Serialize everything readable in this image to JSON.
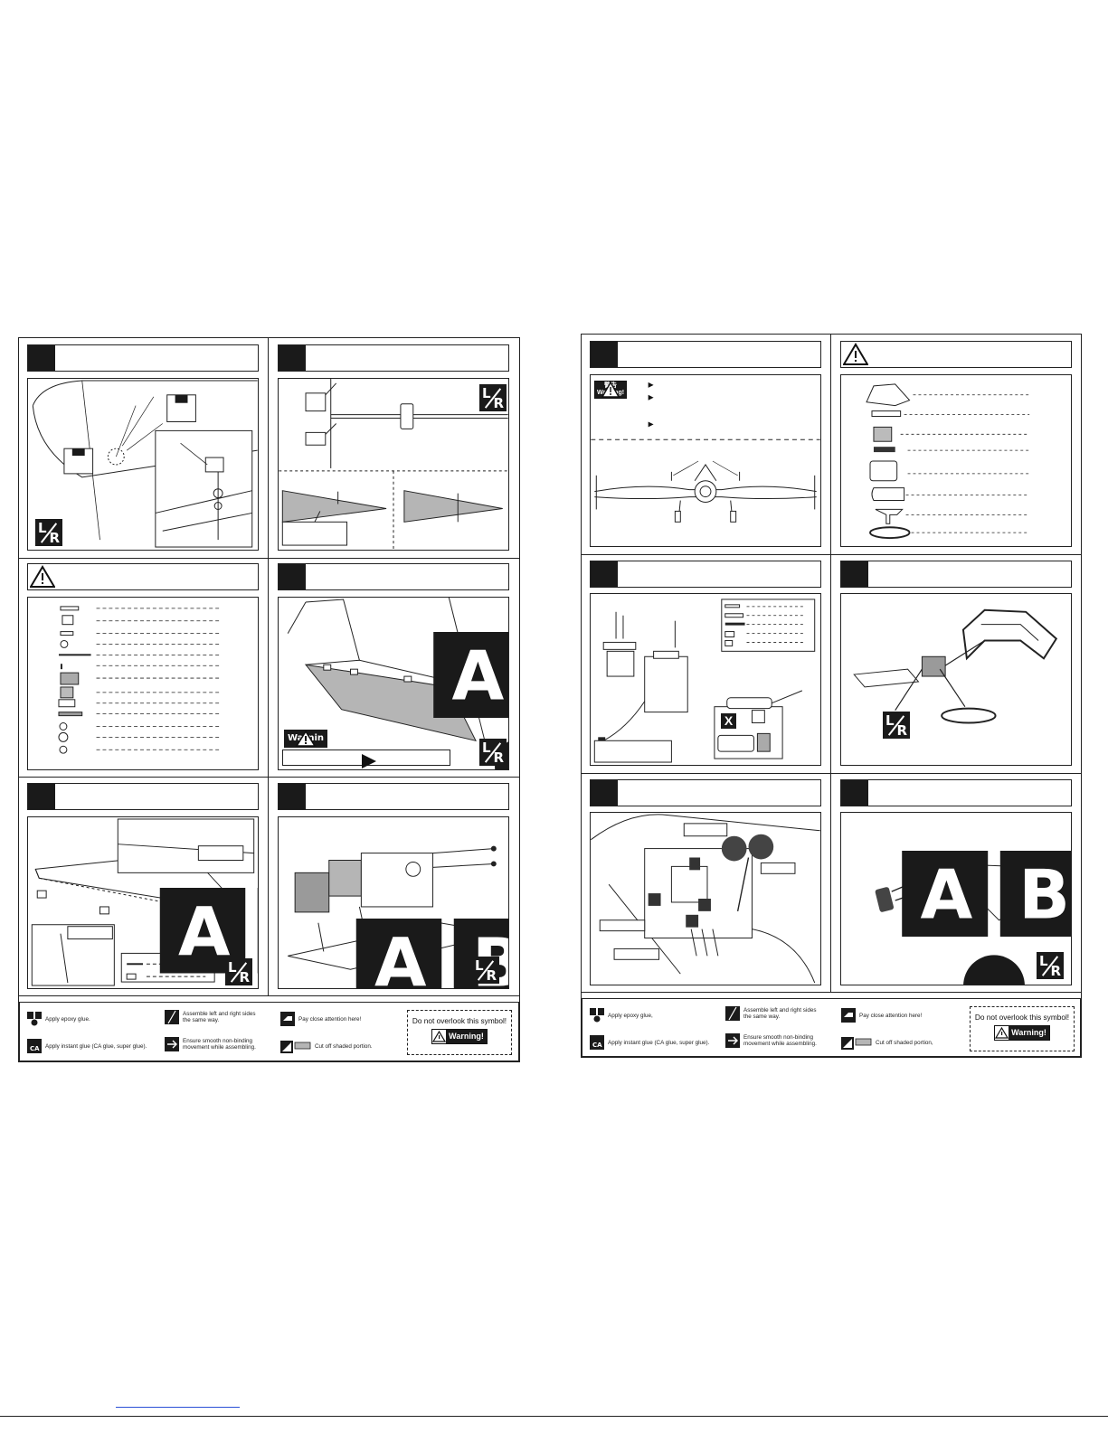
{
  "legend": {
    "epoxy": "Apply epoxy glue.",
    "epoxy_right": "Apply epoxy glue,",
    "lr": "Assemble left and right sides\nthe same way.",
    "attention": "Pay close attention here!",
    "ca": "Apply instant glue (CA glue, super glue).",
    "smooth": "Ensure smooth non-binding\nmovement while assembling.",
    "cut": "Cut off shaded portion.",
    "cut_right": "Cut off shaded portion,",
    "note": "Do not overlook this symbol!",
    "warning_label": "Warning!"
  },
  "badges": {
    "lr_left": "L",
    "lr_right": "R",
    "ab_a": "A",
    "ab_b": "B",
    "warn_tag": "Warnin",
    "ca_label": "CA",
    "x_mark": "X",
    "cn_warning": "警告",
    "cn_warning_en": "Warning!"
  },
  "colors": {
    "ink": "#1a1a1a",
    "shade": "#b5b5b5",
    "link": "#2a4fd6"
  }
}
